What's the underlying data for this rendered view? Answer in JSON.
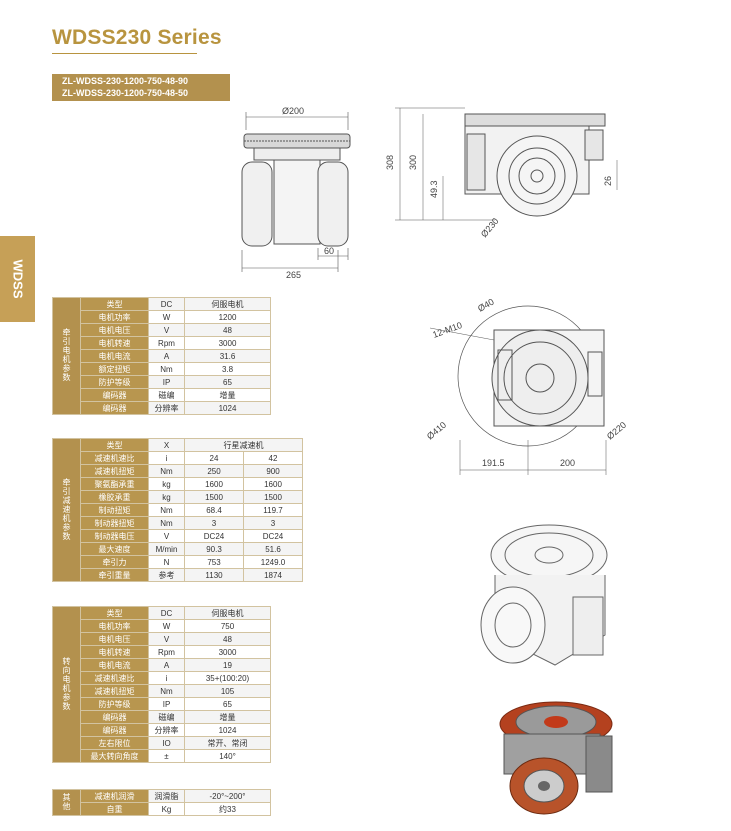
{
  "header": {
    "series_title": "WDSS230 Series",
    "models": [
      "ZL-WDSS-230-1200-750-48-90",
      "ZL-WDSS-230-1200-750-48-50"
    ]
  },
  "side_tab": "WDSS",
  "dimensions": {
    "front": {
      "dia": "Ø200",
      "width": "265",
      "offset": "60"
    },
    "side": {
      "h1": "308",
      "h2": "300",
      "h3": "49.3",
      "h4": "26",
      "dia": "Ø230"
    },
    "top": {
      "dia1": "Ø40",
      "holes": "12-M10",
      "dia2": "Ø410",
      "dia3": "Ø220",
      "w1": "191.5",
      "w2": "200"
    }
  },
  "tables": {
    "traction_motor": {
      "category": "牵引电机参数",
      "rows": [
        [
          "类型",
          "DC",
          "伺服电机"
        ],
        [
          "电机功率",
          "W",
          "1200"
        ],
        [
          "电机电压",
          "V",
          "48"
        ],
        [
          "电机转速",
          "Rpm",
          "3000"
        ],
        [
          "电机电流",
          "A",
          "31.6"
        ],
        [
          "额定扭矩",
          "Nm",
          "3.8"
        ],
        [
          "防护等级",
          "IP",
          "65"
        ],
        [
          "编码器",
          "磁编",
          "增量"
        ],
        [
          "编码器",
          "分辨率",
          "1024"
        ]
      ]
    },
    "traction_reducer": {
      "category": "牵引减速机参数",
      "header": [
        "类型",
        "X",
        "行星减速机"
      ],
      "rows": [
        [
          "减速机速比",
          "i",
          "24",
          "42"
        ],
        [
          "减速机扭矩",
          "Nm",
          "250",
          "900"
        ],
        [
          "聚氨酯承重",
          "kg",
          "1600",
          "1600"
        ],
        [
          "橡胶承重",
          "kg",
          "1500",
          "1500"
        ],
        [
          "制动扭矩",
          "Nm",
          "68.4",
          "119.7"
        ],
        [
          "制动器扭矩",
          "Nm",
          "3",
          "3"
        ],
        [
          "制动器电压",
          "V",
          "DC24",
          "DC24"
        ],
        [
          "最大速度",
          "M/min",
          "90.3",
          "51.6"
        ],
        [
          "牵引力",
          "N",
          "753",
          "1249.0"
        ],
        [
          "牵引重量",
          "参考",
          "1130",
          "1874"
        ]
      ]
    },
    "steering_motor": {
      "category": "转向电机参数",
      "rows": [
        [
          "类型",
          "DC",
          "伺服电机"
        ],
        [
          "电机功率",
          "W",
          "750"
        ],
        [
          "电机电压",
          "V",
          "48"
        ],
        [
          "电机转速",
          "Rpm",
          "3000"
        ],
        [
          "电机电流",
          "A",
          "19"
        ],
        [
          "减速机速比",
          "i",
          "35+(100:20)"
        ],
        [
          "减速机扭矩",
          "Nm",
          "105"
        ],
        [
          "防护等级",
          "IP",
          "65"
        ],
        [
          "编码器",
          "磁编",
          "增量"
        ],
        [
          "编码器",
          "分辨率",
          "1024"
        ],
        [
          "左右限位",
          "IO",
          "常开、常闭"
        ],
        [
          "最大转向角度",
          "±",
          "140°"
        ]
      ]
    },
    "other": {
      "category": "其他",
      "rows": [
        [
          "减速机润滑",
          "润滑脂",
          "-20°~200°"
        ],
        [
          "自重",
          "Kg",
          "约33"
        ]
      ]
    }
  }
}
